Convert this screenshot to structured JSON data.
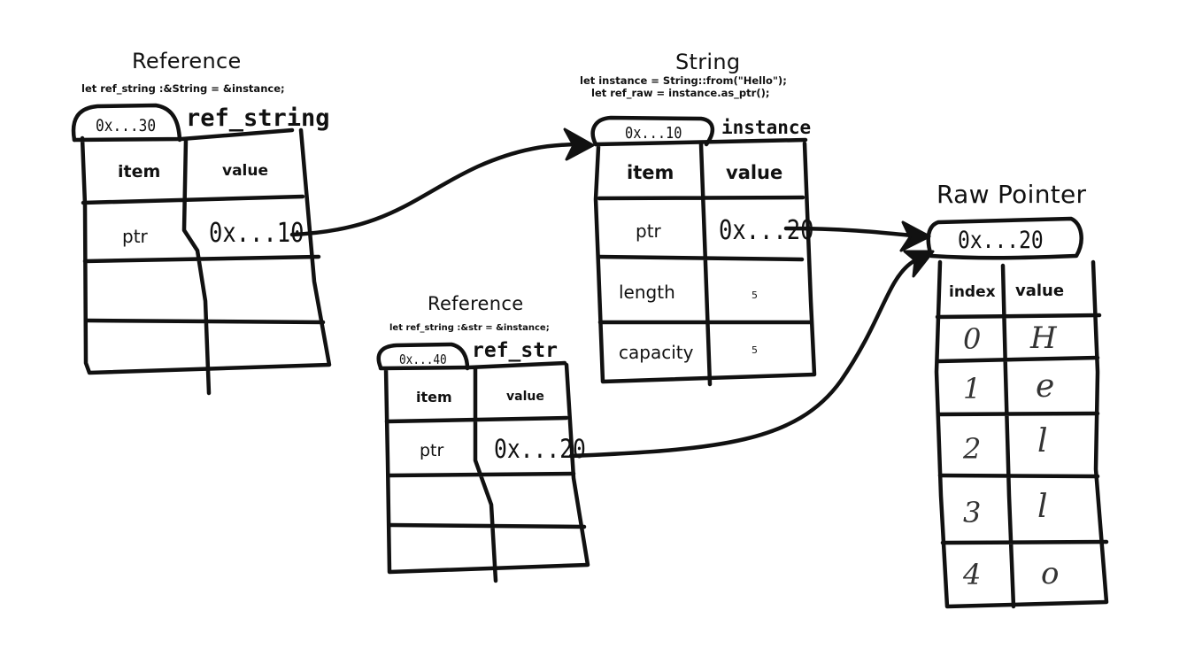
{
  "ref_string": {
    "title": "Reference",
    "code": "let ref_string :&String = &instance;",
    "address": "0x...30",
    "name": "ref_string",
    "headers": [
      "item",
      "value"
    ],
    "rows": [
      [
        "ptr",
        "0x...10"
      ]
    ]
  },
  "string": {
    "title": "String",
    "code_line1": "let instance = String::from(\"Hello\");",
    "code_line2": "let ref_raw = instance.as_ptr();",
    "address": "0x...10",
    "name": "instance",
    "headers": [
      "item",
      "value"
    ],
    "rows": [
      [
        "ptr",
        "0x...20"
      ],
      [
        "length",
        "5"
      ],
      [
        "capacity",
        "5"
      ]
    ]
  },
  "ref_str": {
    "title": "Reference",
    "code": "let ref_string :&str = &instance;",
    "address": "0x...40",
    "name": "ref_str",
    "headers": [
      "item",
      "value"
    ],
    "rows": [
      [
        "ptr",
        "0x...20"
      ]
    ]
  },
  "raw_pointer": {
    "title": "Raw Pointer",
    "address": "0x...20",
    "headers": [
      "index",
      "value"
    ],
    "rows": [
      [
        "0",
        "H"
      ],
      [
        "1",
        "e"
      ],
      [
        "2",
        "l"
      ],
      [
        "3",
        "l"
      ],
      [
        "4",
        "o"
      ]
    ]
  }
}
